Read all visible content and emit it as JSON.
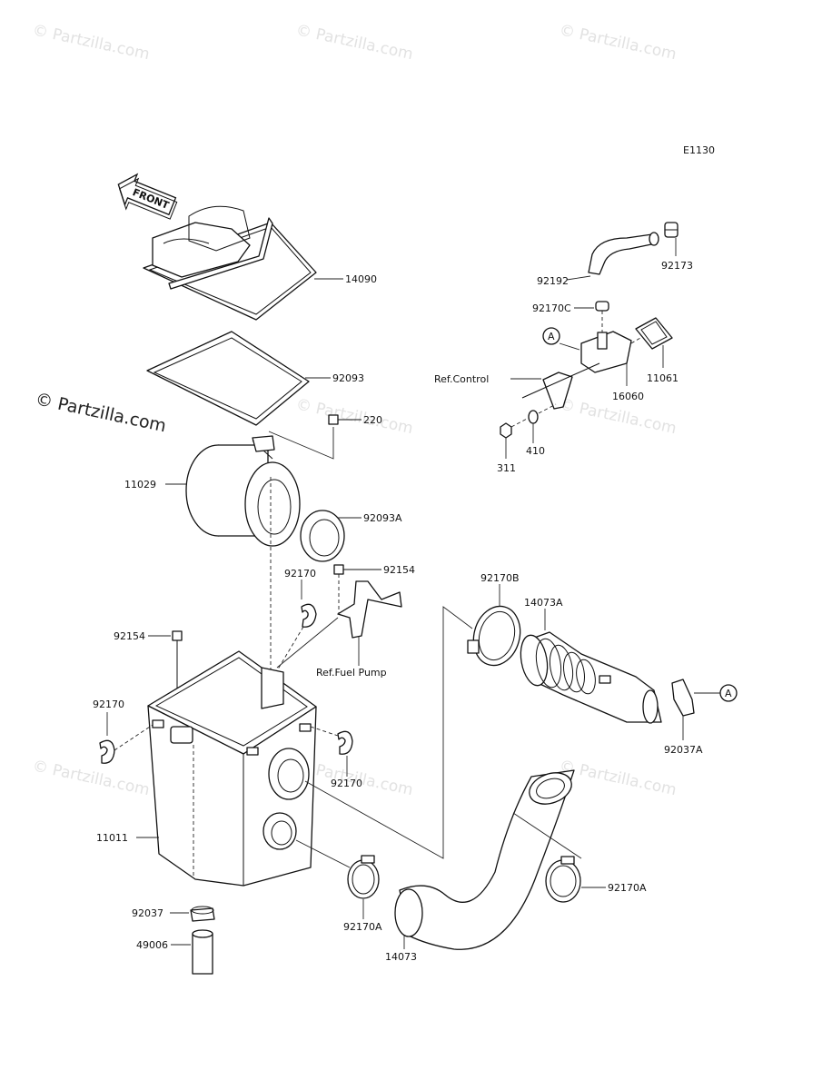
{
  "diagram_code": "E1130",
  "front_label": "FRONT",
  "watermark": {
    "brand": "© Partzilla.com",
    "repeat_text": "© Partzilla.com"
  },
  "parts": {
    "p14090": "14090",
    "p92093": "92093",
    "p220": "220",
    "p11029": "11029",
    "p92093A": "92093A",
    "p92170_top": "92170",
    "p92154_right": "92154",
    "p92154_left": "92154",
    "p92170_left": "92170",
    "p92170_mid": "92170",
    "p11011": "11011",
    "p92037": "92037",
    "p49006": "49006",
    "p92170A_left": "92170A",
    "p14073": "14073",
    "p92170A_right": "92170A",
    "p92170B": "92170B",
    "p14073A": "14073A",
    "p92037A": "92037A",
    "p92192": "92192",
    "p92173": "92173",
    "p92170C": "92170C",
    "p11061": "11061",
    "p16060": "16060",
    "p410": "410",
    "p311": "311"
  },
  "references": {
    "ref_control": "Ref.Control",
    "ref_fuel_pump": "Ref.Fuel Pump",
    "marker_a_1": "A",
    "marker_a_2": "A"
  }
}
